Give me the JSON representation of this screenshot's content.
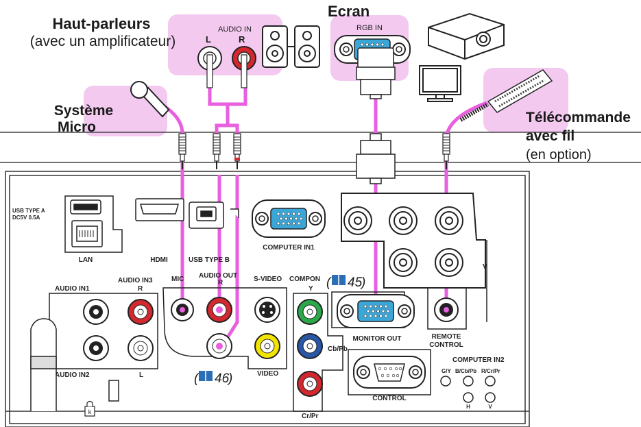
{
  "devices": {
    "speakers_title": "Haut-parleurs",
    "speakers_subtitle": "(avec un amplificateur)",
    "audio_in_label": "AUDIO IN",
    "audio_in_l": "L",
    "audio_in_r": "R",
    "screen_title": "Ecran",
    "rgb_in_label": "RGB IN",
    "mic_line1": "Système",
    "mic_line2": "Micro",
    "remote_line1": "Télécommande",
    "remote_line2": "avec fil",
    "remote_line3": "(en option)"
  },
  "panel": {
    "usb_type_a_line1": "USB TYPE A",
    "usb_type_a_line2": "DC5V 0.5A",
    "lan": "LAN",
    "hdmi": "HDMI",
    "usb_type_b": "USB TYPE B",
    "computer_in1": "COMPUTER IN1",
    "audio_in1": "AUDIO IN1",
    "audio_in3": "AUDIO IN3",
    "audio_in3_r": "R",
    "audio_in2": "AUDIO IN2",
    "audio_in3_l": "L",
    "mic": "MIC",
    "audio_out": "AUDIO OUT",
    "audio_out_r": "R",
    "s_video": "S-VIDEO",
    "video": "VIDEO",
    "component": "COMPON",
    "comp_y": "Y",
    "comp_cb": "Cb/Pb",
    "comp_cr": "Cr/Pr",
    "monitor_out": "MONITOR OUT",
    "remote_control_line1": "REMOTE",
    "remote_control_line2": "CONTROL",
    "control": "CONTROL",
    "computer_in2": "COMPUTER IN2",
    "ci2_gy": "G/Y",
    "ci2_bcb": "B/Cb/Pb",
    "ci2_rcr": "R/Cr/Pr",
    "ci2_h": "H",
    "ci2_v": "V",
    "v_mark": "V"
  },
  "references": {
    "ref_45_open": "(",
    "ref_45_num": "45",
    "ref_45_close": ")",
    "ref_46_open": "(",
    "ref_46_num": "46",
    "ref_46_close": ")"
  },
  "colors": {
    "cable": "#e85fe0",
    "highlight": "#f3c9f0",
    "book_icon": "#2a6fb5",
    "vga_blue": "#3ba7d9",
    "rca_red": "#d2282e",
    "rca_white": "#ffffff",
    "rca_yellow": "#f2e600",
    "rca_green": "#2aa84a",
    "rca_blue": "#2857a8"
  }
}
